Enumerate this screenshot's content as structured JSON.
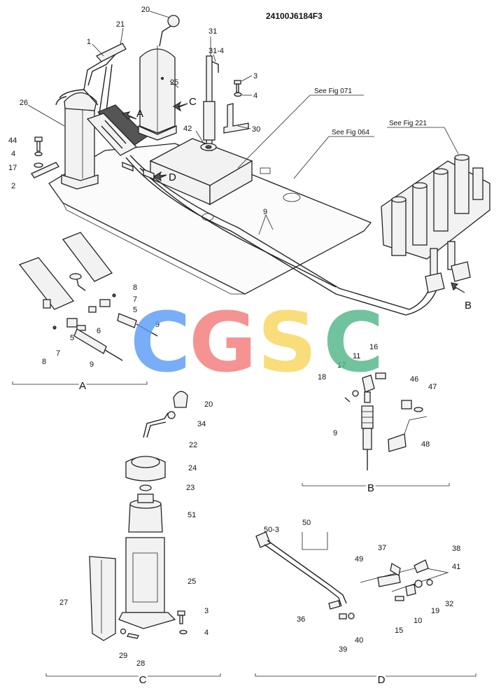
{
  "drawing_code": "24100J6184F3",
  "refs": {
    "fig071": "See Fig 071",
    "fig064": "See Fig 064",
    "fig221": "See Fig 221"
  },
  "view_letters": {
    "A": "A",
    "B": "B",
    "C": "C",
    "D": "D"
  },
  "section_titles": {
    "A": "A",
    "B": "B",
    "C": "C",
    "D": "D"
  },
  "watermark": {
    "letters": [
      "C",
      "G",
      "S",
      "C"
    ],
    "colors": [
      "#5b9cf6",
      "#f47c7c",
      "#f7d65e",
      "#52b788"
    ]
  },
  "labels": {
    "l20": "20",
    "l21": "21",
    "l1": "1",
    "l31": "31",
    "l31_4": "31-4",
    "l3": "3",
    "l4": "4",
    "l25": "25",
    "l26": "26",
    "l42": "42",
    "l30": "30",
    "l44": "44",
    "l4b": "4",
    "l17": "17",
    "l2": "2",
    "l9a": "9",
    "a8": "8",
    "a7": "7",
    "a5": "5",
    "a6": "6",
    "a9": "9",
    "a5b": "5",
    "a8b": "8",
    "a7b": "7",
    "a9b": "9",
    "b18": "18",
    "b17": "17",
    "b11": "11",
    "b16": "16",
    "b46": "46",
    "b47": "47",
    "b9": "9",
    "b48": "48",
    "c20": "20",
    "c34": "34",
    "c22": "22",
    "c24": "24",
    "c23": "23",
    "c51": "51",
    "c25": "25",
    "c27": "27",
    "c3": "3",
    "c4": "4",
    "c29": "29",
    "c28": "28",
    "d50": "50",
    "d50_3": "50-3",
    "d37": "37",
    "d38": "38",
    "d49": "49",
    "d41": "41",
    "d32": "32",
    "d36": "36",
    "d19": "19",
    "d10": "10",
    "d15": "15",
    "d40": "40",
    "d39": "39"
  }
}
